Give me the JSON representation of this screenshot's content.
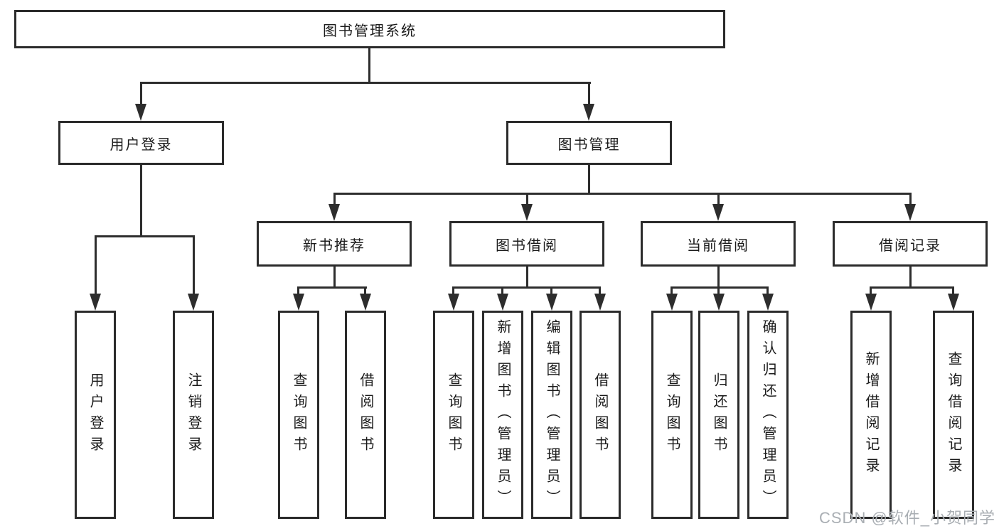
{
  "diagram": {
    "type": "hierarchy-tree",
    "orientation": "top-down",
    "colors": {
      "line": "#2d2d2d",
      "border": "#2b2b2b",
      "text": "#1b1b1b",
      "background": "#ffffff",
      "watermark": "#a9aeb3"
    }
  },
  "tree": {
    "label": "图书管理系统",
    "children": [
      {
        "label": "用户登录",
        "children": [
          {
            "label": "用户登录"
          },
          {
            "label": "注销登录"
          }
        ]
      },
      {
        "label": "图书管理",
        "children": [
          {
            "label": "新书推荐",
            "children": [
              {
                "label": "查询图书"
              },
              {
                "label": "借阅图书"
              }
            ]
          },
          {
            "label": "图书借阅",
            "children": [
              {
                "label": "查询图书"
              },
              {
                "label": "新增图书（管理员）"
              },
              {
                "label": "编辑图书（管理员）"
              },
              {
                "label": "借阅图书"
              }
            ]
          },
          {
            "label": "当前借阅",
            "children": [
              {
                "label": "查询图书"
              },
              {
                "label": "归还图书"
              },
              {
                "label": "确认归还（管理员）"
              }
            ]
          },
          {
            "label": "借阅记录",
            "children": [
              {
                "label": "新增借阅记录"
              },
              {
                "label": "查询借阅记录"
              }
            ]
          }
        ]
      }
    ]
  },
  "watermark": {
    "text": "CSDN @软件_小贺同学"
  }
}
